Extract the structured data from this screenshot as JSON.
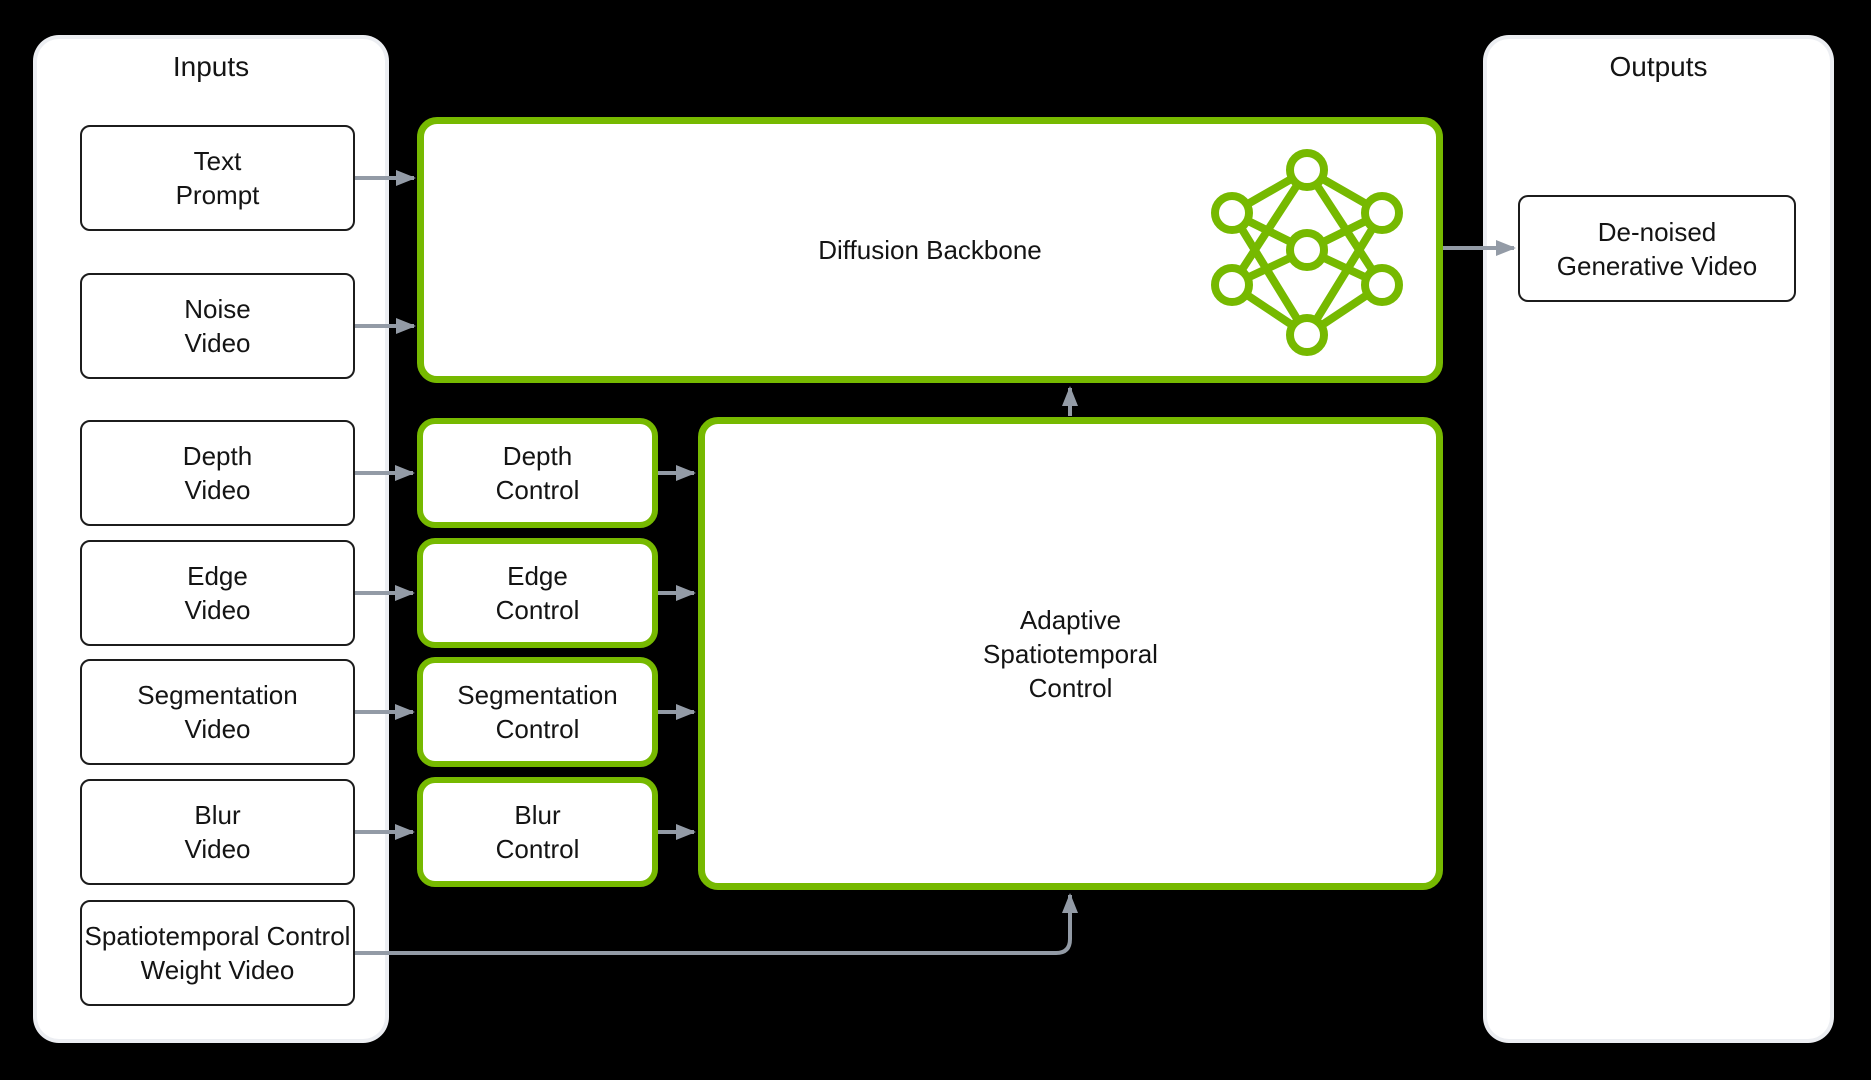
{
  "colors": {
    "background": "#000000",
    "panel": "#FFFFFF",
    "plain_box_border": "#1C1C1C",
    "accent_green": "#76B900",
    "arrow_gray": "#939BA6",
    "text": "#141414"
  },
  "inputs_panel": {
    "title": "Inputs",
    "boxes": [
      {
        "label": "Text\nPrompt"
      },
      {
        "label": "Noise\nVideo"
      },
      {
        "label": "Depth\nVideo"
      },
      {
        "label": "Edge\nVideo"
      },
      {
        "label": "Segmentation\nVideo"
      },
      {
        "label": "Blur\nVideo"
      },
      {
        "label": "Spatiotemporal Control\nWeight Video"
      }
    ]
  },
  "pipeline": {
    "diffusion_backbone": {
      "label": "Diffusion Backbone",
      "icon": "neural-network-icon"
    },
    "control_blocks": [
      {
        "label": "Depth\nControl"
      },
      {
        "label": "Edge\nControl"
      },
      {
        "label": "Segmentation\nControl"
      },
      {
        "label": "Blur\nControl"
      }
    ],
    "adaptive_block": {
      "label": "Adaptive\nSpatiotemporal\nControl"
    }
  },
  "outputs_panel": {
    "title": "Outputs",
    "boxes": [
      {
        "label": "De-noised\nGenerative Video"
      }
    ]
  }
}
